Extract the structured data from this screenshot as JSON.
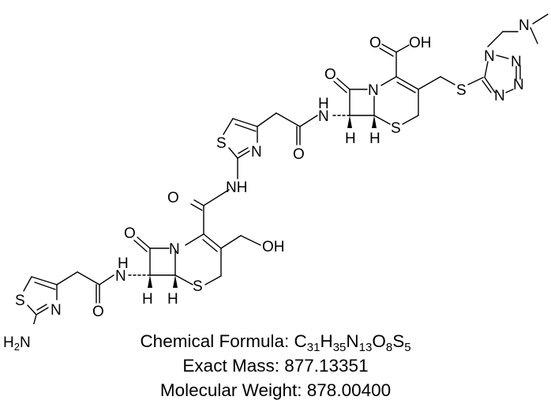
{
  "compound": {
    "formula_label": "Chemical Formula:",
    "formula_parts": [
      {
        "el": "C",
        "n": "31"
      },
      {
        "el": "H",
        "n": "35"
      },
      {
        "el": "N",
        "n": "13"
      },
      {
        "el": "O",
        "n": "8"
      },
      {
        "el": "S",
        "n": "5"
      }
    ],
    "formula_text": "C31H35N13O8S5",
    "exact_mass_label": "Exact Mass:",
    "exact_mass": "877.13351",
    "mol_weight_label": "Molecular Weight:",
    "mol_weight": "878.00400"
  },
  "atoms": {
    "top_O_carbonyl": "O",
    "top_OH": "OH",
    "top_lactam_O": "O",
    "top_lactam_N": "N",
    "top_NH_H": "H",
    "top_NH_N": "N",
    "top_H1": "H",
    "top_H2": "H",
    "top_ring_S": "S",
    "thioether_S": "S",
    "tet_N1": "N",
    "tet_N2": "N",
    "tet_N3": "N",
    "tet_N4": "N",
    "dma_N": "N",
    "mid_thiazole_S": "S",
    "mid_thiazole_N": "N",
    "mid_amide_O": "O",
    "mid_NH": "NH",
    "bot_amide_O": "O",
    "bot_lactam_O": "O",
    "bot_lactam_N": "N",
    "bot_OH": "OH",
    "bot_NH_H": "H",
    "bot_NH_N": "N",
    "bot_H1": "H",
    "bot_H2": "H",
    "bot_ring_S": "S",
    "low_thiazole_S": "S",
    "low_thiazole_N": "N",
    "low_amide_O": "O",
    "amine": "H2N"
  }
}
